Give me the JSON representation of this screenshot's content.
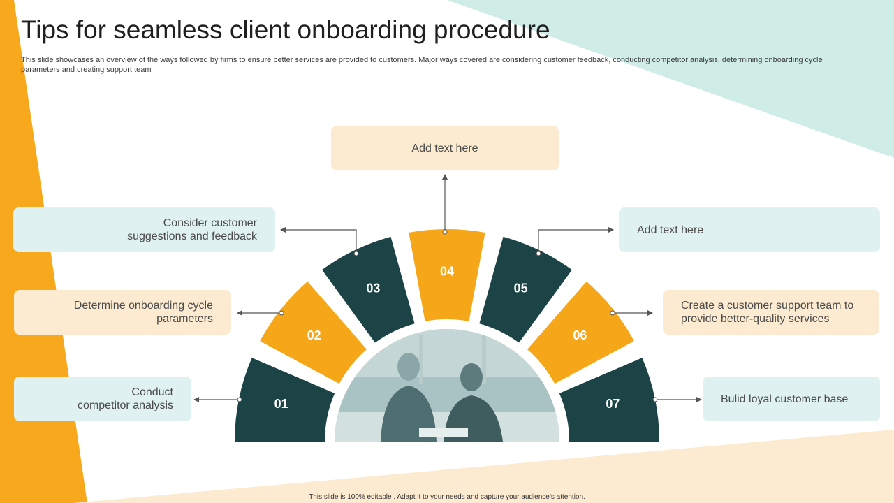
{
  "title": "Tips for seamless client onboarding procedure",
  "subtitle": "This slide showcases an overview of the ways followed by firms to ensure better services are provided to  customers. Major ways covered are considering customer feedback, conducting competitor analysis, determining onboarding cycle parameters and creating support team",
  "colors": {
    "dark": "#1c4447",
    "orange": "#f6a719",
    "cream": "#fcebd0",
    "mint": "#dff1f0",
    "mint_bg": "#cfece7",
    "orange_bg": "#f8a81d"
  },
  "segments": [
    {
      "num": "01",
      "color": "dark"
    },
    {
      "num": "02",
      "color": "orange"
    },
    {
      "num": "03",
      "color": "dark"
    },
    {
      "num": "04",
      "color": "orange"
    },
    {
      "num": "05",
      "color": "dark"
    },
    {
      "num": "06",
      "color": "orange"
    },
    {
      "num": "07",
      "color": "dark"
    }
  ],
  "boxes": {
    "top": "Add text here",
    "left1": "Consider customer\nsuggestions and feedback",
    "left2": "Determine onboarding cycle\nparameters",
    "left3": "Conduct\ncompetitor analysis",
    "right1": "Add text here",
    "right2": "Create a customer support team to\nprovide better-quality services",
    "right3": "Bulid loyal customer base"
  },
  "image": "two-women-meeting-photo",
  "footer": "This slide is 100% editable . Adapt it to your needs and capture your audience’s attention."
}
